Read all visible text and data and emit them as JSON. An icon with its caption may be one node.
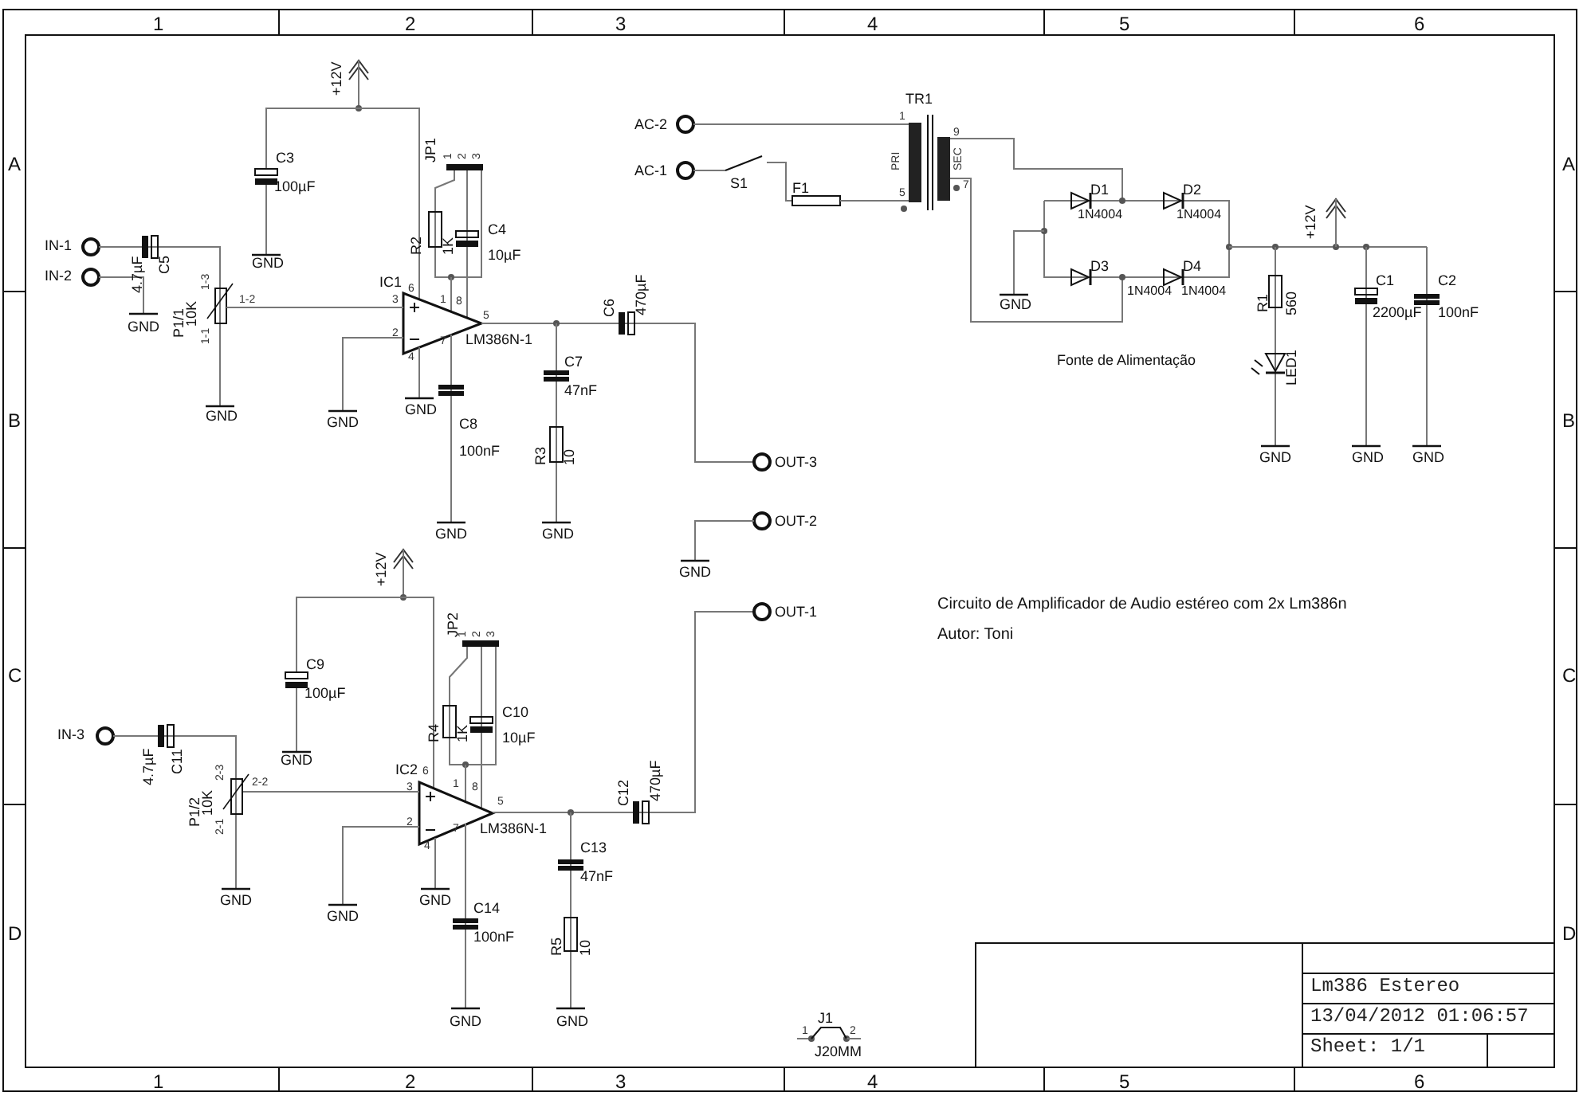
{
  "diagram": {
    "labels": [
      "1",
      "2",
      "3",
      "4",
      "5",
      "6",
      "A",
      "A",
      "B",
      "B",
      "C",
      "C",
      "D",
      "D",
      "+12V",
      "C3",
      "100µF",
      "GND",
      "JP1",
      "1",
      "2",
      "3",
      "R2",
      "1K",
      "C4",
      "10µF",
      "IN-1",
      "IN-2",
      "4.7µF",
      "C5",
      "GND",
      "1-3",
      "P1/1",
      "10K",
      "1-1",
      "1-2",
      "GND",
      "IC1",
      "6",
      "3",
      "2",
      "4",
      "1",
      "8",
      "5",
      "7",
      "LM386N-1",
      "GND",
      "GND",
      "C8",
      "100nF",
      "GND",
      "C7",
      "47nF",
      "R3",
      "10",
      "GND",
      "C6",
      "470µF",
      "OUT-3",
      "OUT-2",
      "GND",
      "AC-2",
      "AC-1",
      "S1",
      "F1",
      "TR1",
      "1",
      "5",
      "PRI",
      "9",
      "7",
      "SEC",
      "D1",
      "1N4004",
      "D2",
      "1N4004",
      "D3",
      "1N4004",
      "D4",
      "1N4004",
      "GND",
      "+12V",
      "R1",
      "560",
      "LED1",
      "GND",
      "C1",
      "2200µF",
      "GND",
      "C2",
      "100nF",
      "GND",
      "Fonte de Alimentação",
      "+12V",
      "C9",
      "100µF",
      "GND",
      "JP2",
      "1",
      "2",
      "3",
      "IN-3",
      "R4",
      "1K",
      "C10",
      "10µF",
      "4.7µF",
      "C11",
      "2-3",
      "P1/2",
      "10K",
      "2-1",
      "2-2",
      "GND",
      "IC2",
      "6",
      "3",
      "2",
      "4",
      "1",
      "8",
      "5",
      "7",
      "LM386N-1",
      "GND",
      "GND",
      "C14",
      "100nF",
      "GND",
      "C13",
      "47nF",
      "R5",
      "10",
      "GND",
      "C12",
      "470µF",
      "OUT-1",
      "Circuito de Amplificador de Audio estéreo com 2x Lm386n",
      "Autor: Toni",
      "J1",
      "1",
      "2",
      "J20MM",
      "Lm386 Estereo",
      "13/04/2012 01:06:57",
      "Sheet: 1/1",
      "1",
      "2",
      "3",
      "4",
      "5",
      "6"
    ]
  }
}
